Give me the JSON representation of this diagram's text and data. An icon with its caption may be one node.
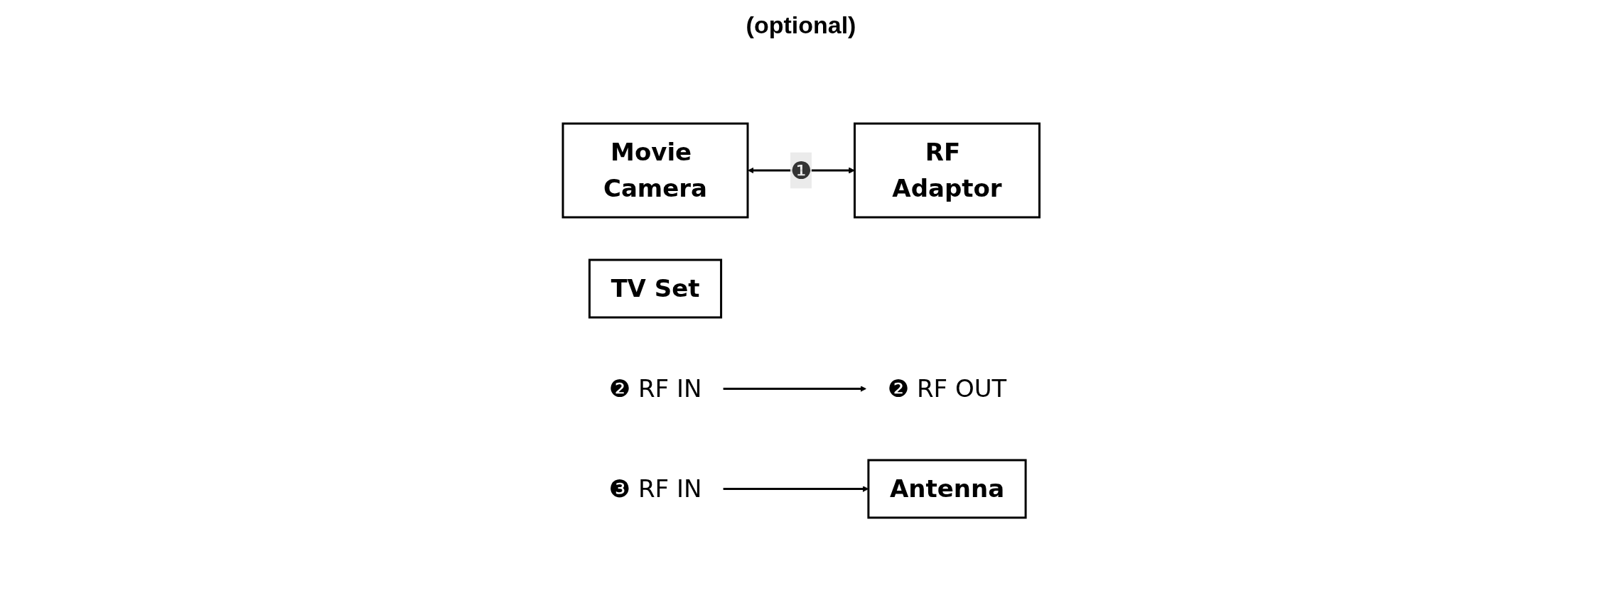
{
  "diagram": {
    "nodes": [
      {
        "text": [
          "Movie Camera"
        ]
      },
      {
        "text": [
          "RF Adaptor"
        ]
      },
      {
        "text": [
          "TV Set"
        ]
      },
      {
        "text": [
          "❷ RF OUT"
        ]
      },
      {
        "text": [
          "❷ RF IN"
        ]
      },
      {
        "text": [
          "❸ RF IN"
        ]
      },
      {
        "text": [
          "Antenna"
        ]
      }
    ],
    "edges": [
      {
        "from": 0,
        "to": 1,
        "arrow": "both",
        "label": "❶"
      },
      {
        "from": 4,
        "to": 3,
        "arrow": "to"
      },
      {
        "from": 5,
        "to": 6,
        "arrow": "to"
      }
    ],
    "labels": [
      "(optional)"
    ]
  }
}
